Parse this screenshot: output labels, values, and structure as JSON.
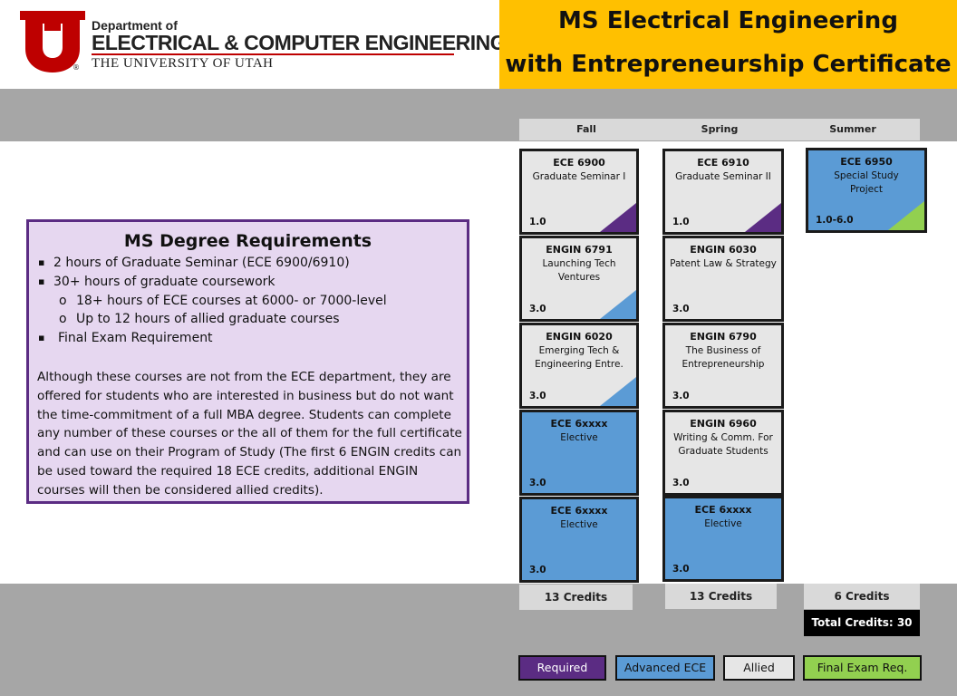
{
  "logo": {
    "department_of": "Department of",
    "department": "ELECTRICAL & COMPUTER ENGINEERING",
    "university": "THE UNIVERSITY OF UTAH",
    "registered_mark": "®"
  },
  "title": {
    "line1": "MS Electrical Engineering",
    "line2": "with Entrepreneurship Certificate"
  },
  "columns": {
    "fall": "Fall",
    "spring": "Spring",
    "summer": "Summer"
  },
  "requirements": {
    "heading": "MS Degree Requirements",
    "bullets": [
      "2 hours of Graduate Seminar (ECE 6900/6910)",
      "30+ hours of graduate coursework",
      "18+ hours of ECE courses at 6000- or 7000-level",
      "Up to 12 hours of allied graduate courses",
      "Final Exam Requirement"
    ],
    "bullet_square": "▪",
    "bullet_circle": "o",
    "paragraph": "Although these courses are not from the ECE department, they are offered for students who are interested in business but do not want the time-commitment of a full MBA degree.  Students can complete any number of these courses or the all of them for the full certificate and can use on their Program of Study (The first 6 ENGIN credits can be used toward the required 18 ECE credits, additional ENGIN courses will then be considered allied credits)."
  },
  "courses": {
    "fall": [
      {
        "code": "ECE 6900",
        "name": "Graduate Seminar I",
        "credits": "1.0",
        "tag": "required"
      },
      {
        "code": "ENGIN 6791",
        "name": "Launching Tech Ventures",
        "credits": "3.0",
        "tag": "advanced"
      },
      {
        "code": "ENGIN 6020",
        "name": "Emerging Tech & Engineering Entre.",
        "credits": "3.0",
        "tag": "advanced"
      },
      {
        "code": "ECE 6xxxx",
        "name": "Elective",
        "credits": "3.0",
        "tag": "none"
      },
      {
        "code": "ECE 6xxxx",
        "name": "Elective",
        "credits": "3.0",
        "tag": "none"
      }
    ],
    "spring": [
      {
        "code": "ECE 6910",
        "name": "Graduate Seminar II",
        "credits": "1.0",
        "tag": "required"
      },
      {
        "code": "ENGIN 6030",
        "name": "Patent Law & Strategy",
        "credits": "3.0",
        "tag": "none"
      },
      {
        "code": "ENGIN 6790",
        "name": "The Business of Entrepreneurship",
        "credits": "3.0",
        "tag": "none"
      },
      {
        "code": "ENGIN 6960",
        "name": "Writing & Comm. For Graduate Students",
        "credits": "3.0",
        "tag": "none"
      },
      {
        "code": "ECE 6xxxx",
        "name": "Elective",
        "credits": "3.0",
        "tag": "none"
      }
    ],
    "summer": [
      {
        "code": "ECE 6950",
        "name": "Special Study Project",
        "credits": "1.0-6.0",
        "tag": "final"
      }
    ]
  },
  "totals": {
    "fall": "13 Credits",
    "spring": "13 Credits",
    "summer": "6 Credits",
    "total": "Total Credits: 30"
  },
  "legend": {
    "required": "Required",
    "advanced": "Advanced ECE",
    "allied": "Allied",
    "final": "Final Exam Req."
  },
  "colors": {
    "required": "#5b2c83",
    "advanced": "#5b9bd5",
    "allied": "#e6e6e6",
    "final": "#92d050",
    "header_gold": "#ffc000",
    "utah_red": "#be0000"
  }
}
